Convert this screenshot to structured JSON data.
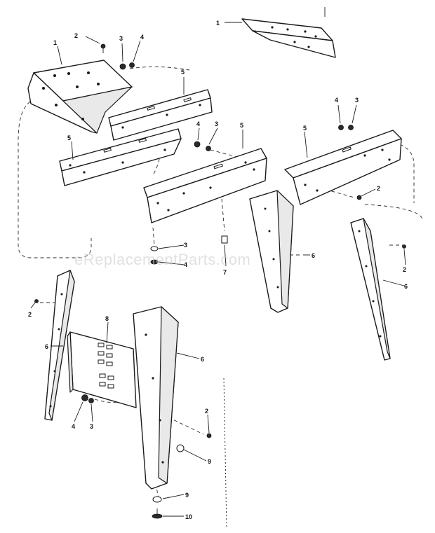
{
  "watermark": "eReplacementParts.com",
  "callouts": {
    "c1_top_right": "1",
    "c1_left": "1",
    "c2_top": "2",
    "c3_top": "3",
    "c4_top": "4",
    "c5_upper": "5",
    "c5_lower_left": "5",
    "c5_center": "5",
    "c5_right": "5",
    "c4_mid": "4",
    "c3_mid": "3",
    "c4_right": "4",
    "c3_right": "3",
    "c2_right": "2",
    "c3_lower": "3",
    "c4_lower": "4",
    "c7": "7",
    "c6_center": "6",
    "c2_far_right": "2",
    "c6_right": "6",
    "c2_left": "2",
    "c6_left": "6",
    "c8": "8",
    "c6_front": "6",
    "c4_bottom": "4",
    "c3_bottom": "3",
    "c2_bottom": "2",
    "c9_upper": "9",
    "c9_lower": "9",
    "c10": "10"
  }
}
